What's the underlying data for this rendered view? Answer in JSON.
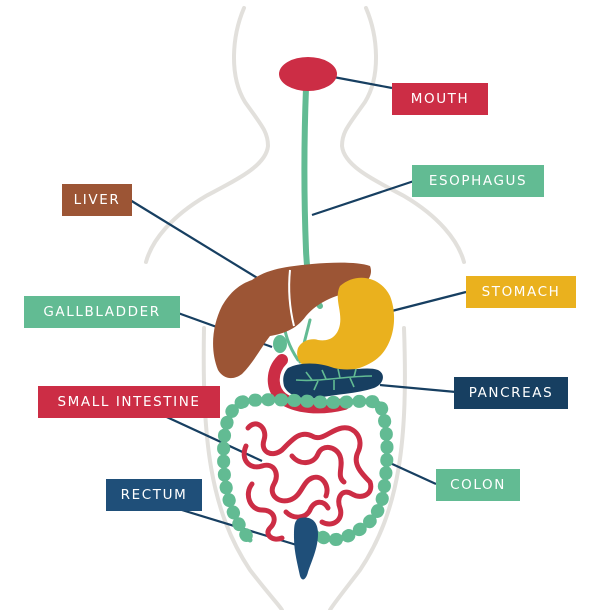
{
  "colors": {
    "mouth": "#cc2d45",
    "esophagus": "#62bb93",
    "liver": "#9c5535",
    "gallbladder": "#62bb93",
    "stomach": "#eab11e",
    "pancreas": "#173f61",
    "small_intestine": "#cc2d45",
    "colon": "#62bb93",
    "rectum": "#1f4f79",
    "outline": "#e2e0dc",
    "leader": "#173f61"
  },
  "labels": {
    "mouth": "MOUTH",
    "esophagus": "ESOPHAGUS",
    "liver": "LIVER",
    "stomach": "STOMACH",
    "gallbladder": "GALLBLADDER",
    "pancreas": "PANCREAS",
    "small_intestine": "SMALL INTESTINE",
    "colon": "COLON",
    "rectum": "RECTUM"
  }
}
